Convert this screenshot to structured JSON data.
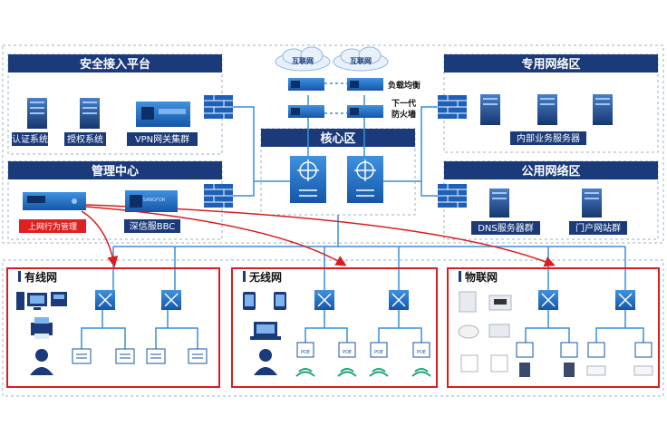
{
  "zones": {
    "security": {
      "title": "安全接入平台",
      "items": [
        "认证系统",
        "授权系统",
        "VPN网关集群"
      ]
    },
    "management": {
      "title": "管理中心",
      "items": [
        "上网行为管理",
        "深信服BBC"
      ]
    },
    "core": {
      "title": "核心区",
      "internet1": "互联网",
      "internet2": "互联网",
      "load_balance": "负载均衡",
      "firewall_line1": "下一代",
      "firewall_line2": "防火墙"
    },
    "private": {
      "title": "专用网络区",
      "label": "内部业务服务器"
    },
    "public": {
      "title": "公用网络区",
      "dns": "DNS服务器群",
      "portal": "门户网站群"
    },
    "wired": {
      "title": "有线网"
    },
    "wireless": {
      "title": "无线网"
    },
    "iot": {
      "title": "物联网"
    }
  },
  "brand_text": "SANGFOR",
  "poe_text": "POE",
  "colors": {
    "navy": "#1b3a7a",
    "red": "#d81e1e",
    "blue": "#3a8fd6"
  }
}
